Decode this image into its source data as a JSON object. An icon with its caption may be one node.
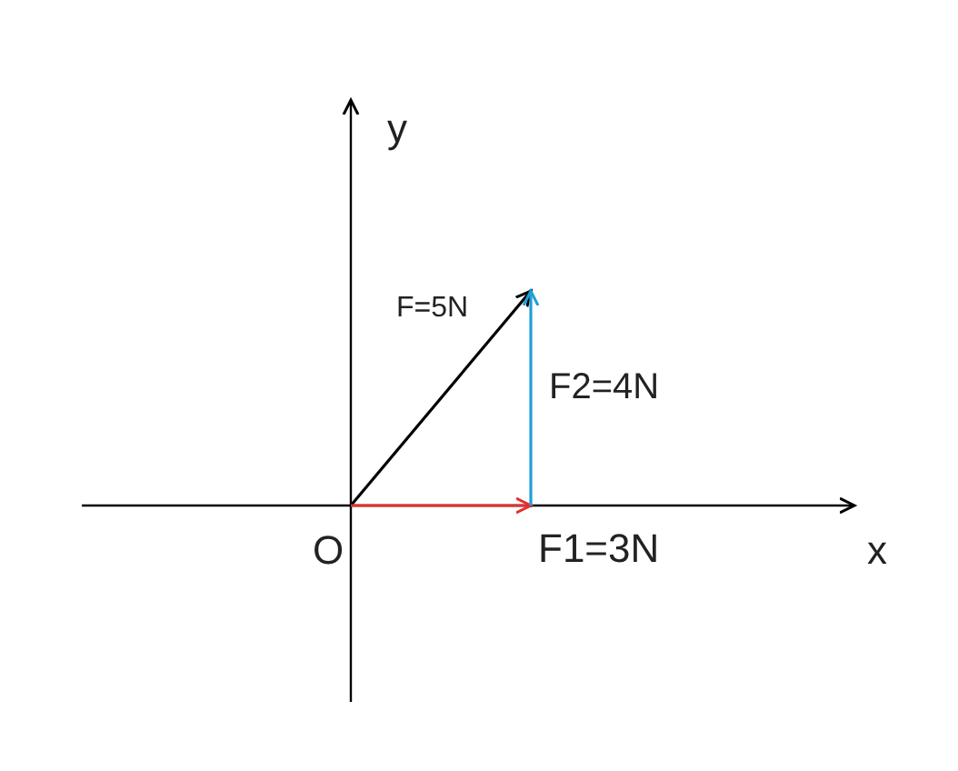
{
  "diagram": {
    "nodes": [
      {
        "text": [
          "O"
        ]
      },
      {
        "text": [],
        "shape": "point"
      },
      {
        "text": [],
        "shape": "point"
      }
    ],
    "edges": [
      {
        "from": 0,
        "to": 1,
        "arrow": "to",
        "label": "F=5N",
        "color": "#000000"
      },
      {
        "from": 0,
        "to": 2,
        "arrow": "to",
        "label": "F1=3N",
        "color": "#e03030"
      },
      {
        "from": 2,
        "to": 1,
        "arrow": "to",
        "label": "F2=4N",
        "color": "#1e9fd8"
      }
    ],
    "labels": [
      "y",
      "x"
    ]
  }
}
